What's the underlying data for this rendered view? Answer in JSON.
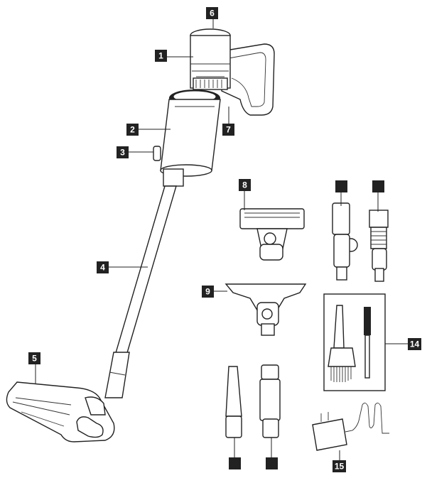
{
  "callouts": [
    {
      "id": "1",
      "label": "1"
    },
    {
      "id": "2",
      "label": "2"
    },
    {
      "id": "3",
      "label": "3"
    },
    {
      "id": "4",
      "label": "4"
    },
    {
      "id": "5",
      "label": "5"
    },
    {
      "id": "6",
      "label": "6"
    },
    {
      "id": "7",
      "label": "7"
    },
    {
      "id": "8",
      "label": "8"
    },
    {
      "id": "9",
      "label": "9"
    },
    {
      "id": "10",
      "label": ""
    },
    {
      "id": "11",
      "label": ""
    },
    {
      "id": "12",
      "label": ""
    },
    {
      "id": "13",
      "label": ""
    },
    {
      "id": "14",
      "label": "14"
    },
    {
      "id": "15",
      "label": "15"
    }
  ]
}
